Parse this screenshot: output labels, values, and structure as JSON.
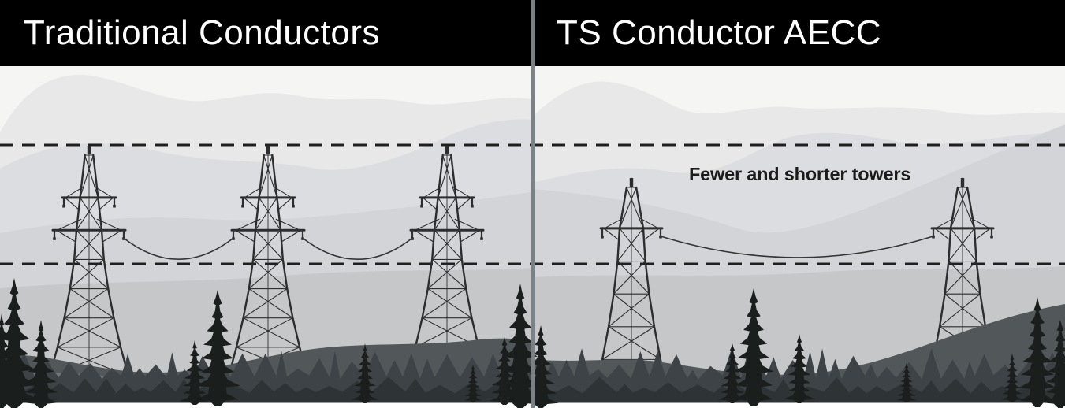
{
  "headers": {
    "left_title": "Traditional Conductors",
    "right_title": "TS Conductor AECC"
  },
  "right_panel": {
    "annotation": "Fewer and shorter towers"
  },
  "scene": {
    "left_panel": {
      "tower_count": 3,
      "tower_style": "tall, closely spaced",
      "wire_spans": 2
    },
    "right_panel": {
      "tower_count": 2,
      "tower_style": "shorter, widely spaced",
      "wire_spans": 1
    },
    "reference_lines": {
      "upper": "tower height reference (dashed)",
      "lower": "conductor clearance reference (dashed)"
    }
  },
  "colors": {
    "header_bg": "#000000",
    "header_text": "#ffffff",
    "divider": "#7c8185",
    "sky": "#f5f5f4",
    "mountain_far": "#e8e8e9",
    "mountain_mid": "#dcdde0",
    "mountain_near": "#d3d4d7",
    "haze": "#c5c7c9",
    "hill_dark": "#52575a",
    "hill_light": "#70767a",
    "forest": "#3d4347",
    "bush": "#2e3436",
    "tree": "#1a1e1d",
    "tower": "#2b2d2f",
    "wire": "#333537",
    "dash_line": "#1f1f1f",
    "annotation_text": "#1b1b1b"
  }
}
